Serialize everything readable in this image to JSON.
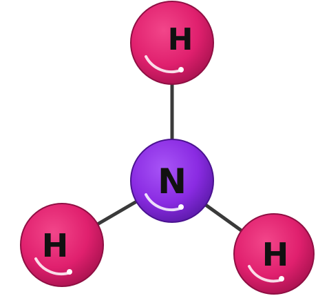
{
  "molecule": {
    "atoms": [
      {
        "id": "h_top",
        "element": "hydrogen",
        "label": "H",
        "color": "#e0206e"
      },
      {
        "id": "n_center",
        "element": "nitrogen",
        "label": "N",
        "color": "#8a2be2"
      },
      {
        "id": "h_left",
        "element": "hydrogen",
        "label": "H",
        "color": "#e0206e"
      },
      {
        "id": "h_right",
        "element": "hydrogen",
        "label": "H",
        "color": "#e0206e"
      }
    ],
    "bonds": [
      {
        "from": "n_center",
        "to": "h_top"
      },
      {
        "from": "n_center",
        "to": "h_left"
      },
      {
        "from": "n_center",
        "to": "h_right"
      }
    ]
  },
  "colors": {
    "hydrogen": "#e0206e",
    "hydrogen_dark": "#a8124f",
    "nitrogen": "#8a2be2",
    "nitrogen_dark": "#5a1aa8",
    "bond": "#3a3a3a",
    "highlight": "#ffffff"
  }
}
